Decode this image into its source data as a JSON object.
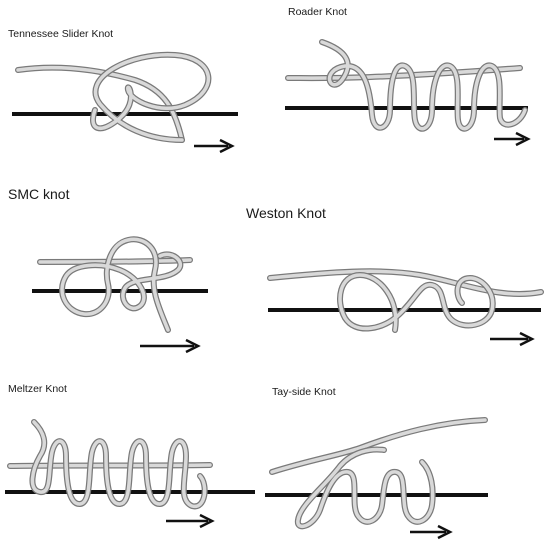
{
  "figure": {
    "knots": [
      {
        "id": "tennessee-slider",
        "name": "Tennessee Slider Knot"
      },
      {
        "id": "roader",
        "name": "Roader Knot"
      },
      {
        "id": "smc",
        "name": "SMC knot"
      },
      {
        "id": "weston",
        "name": "Weston Knot"
      },
      {
        "id": "meltzer",
        "name": "Meltzer Knot"
      },
      {
        "id": "tay-side",
        "name": "Tay-side Knot"
      }
    ],
    "colors": {
      "line": "#111111",
      "rope_outline": "#7a7a7a",
      "rope_fill": "#d9d9d9",
      "arrow": "#111111",
      "background": "#ffffff"
    },
    "icons": [
      "right-arrow-icon"
    ]
  }
}
